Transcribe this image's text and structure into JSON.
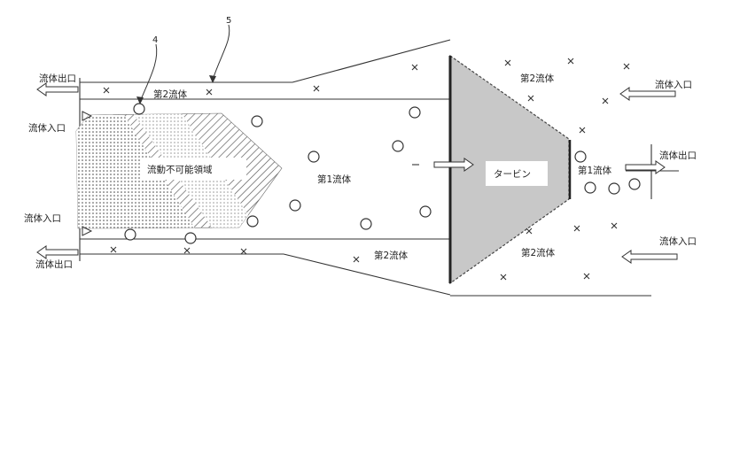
{
  "labels": {
    "ref_4": "4",
    "ref_5": "5",
    "outlet_top_left": "流体出口",
    "inlet_left_upper": "流体入口",
    "inlet_left_lower": "流体入口",
    "outlet_bottom_left": "流体出口",
    "second_fluid_top_left": "第2流体",
    "no_flow_region": "流動不可能領域",
    "first_fluid_center": "第1流体",
    "second_fluid_bottom_mid": "第2流体",
    "turbine": "タービン",
    "second_fluid_top_right": "第2流体",
    "inlet_right_top": "流体入口",
    "first_fluid_right": "第1流体",
    "outlet_right": "流体出口",
    "inlet_right_bottom": "流体入口",
    "second_fluid_bottom_right": "第2流体"
  },
  "colors": {
    "line": "#333333",
    "turbine_fill": "#c8c8c8",
    "hatch": "#555555"
  },
  "icons": {
    "particle_first_fluid": "circle",
    "particle_second_fluid": "cross",
    "flow_arrow": "hollow-arrow"
  }
}
